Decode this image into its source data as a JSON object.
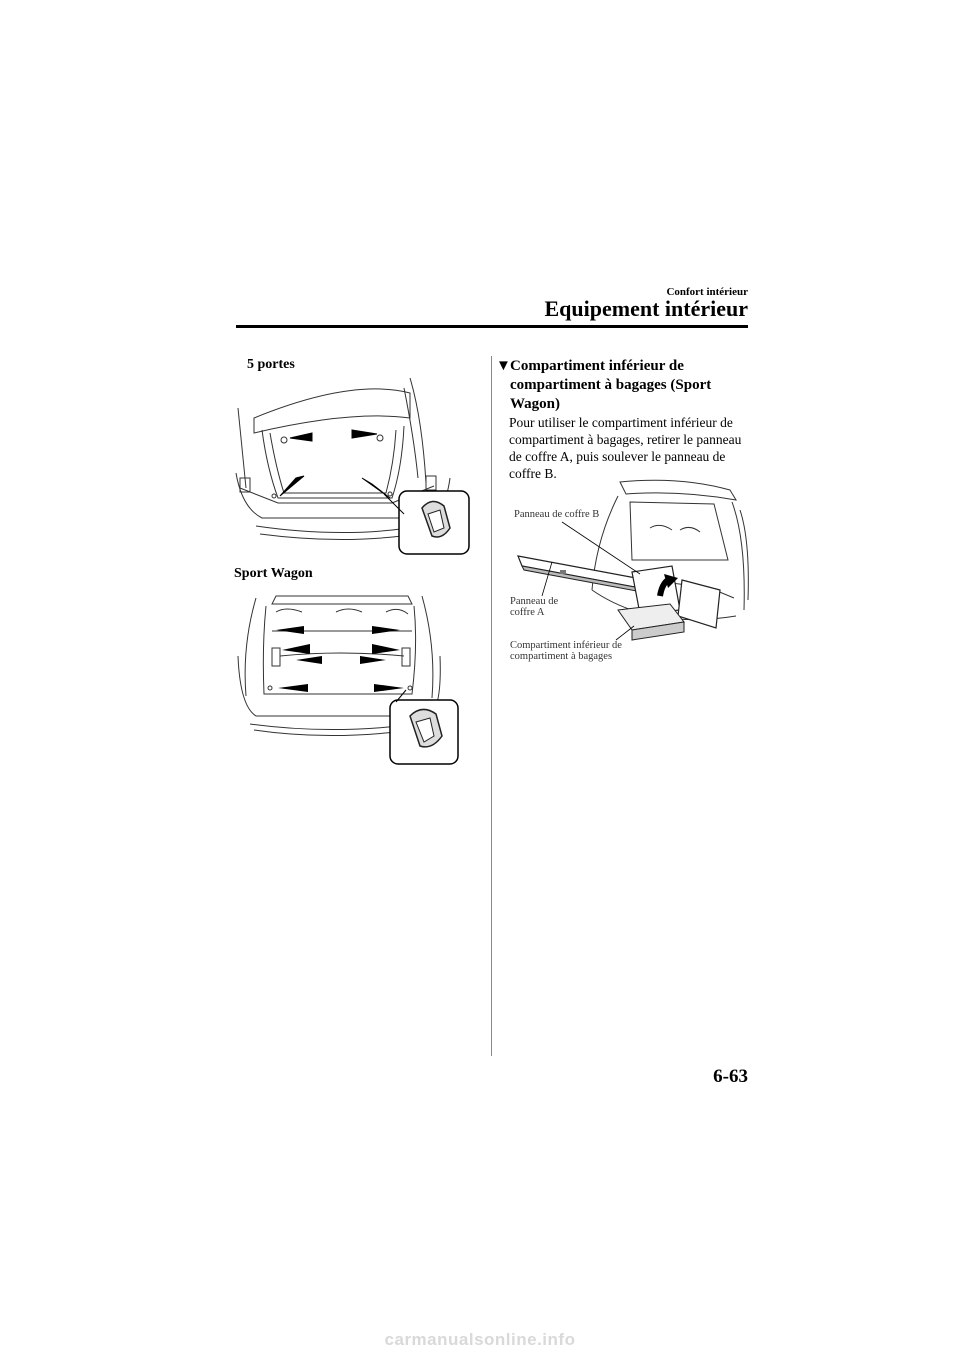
{
  "header": {
    "section": "Confort intérieur",
    "title": "Equipement intérieur"
  },
  "left": {
    "caption1": "5 portes",
    "caption2": "Sport Wagon"
  },
  "right": {
    "heading": "Compartiment inférieur de compartiment à bagages (Sport Wagon)",
    "heading_marker": "▼",
    "body": "Pour utiliser le compartiment inférieur de compartiment à bagages, retirer le panneau de coffre A, puis soulever le panneau de coffre B.",
    "figure": {
      "label_b": "Panneau de coffre B",
      "label_a_line1": "Panneau de",
      "label_a_line2": "coffre A",
      "label_c_line1": "Compartiment inférieur de",
      "label_c_line2": "compartiment à bagages"
    }
  },
  "footer": {
    "page": "6-63",
    "watermark": "carmanualsonline.info"
  }
}
